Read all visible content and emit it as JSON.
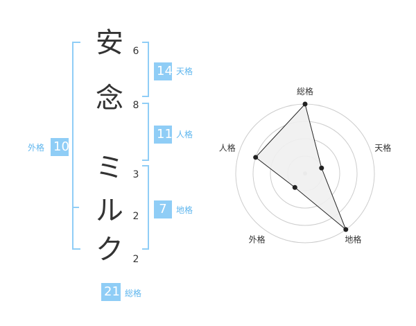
{
  "name": {
    "chars": [
      {
        "char": "安",
        "strokes": "6"
      },
      {
        "char": "念",
        "strokes": "8"
      },
      {
        "char": "ミ",
        "strokes": "3"
      },
      {
        "char": "ル",
        "strokes": "2"
      },
      {
        "char": "ク",
        "strokes": "2"
      }
    ]
  },
  "scores": {
    "tenkaku": {
      "value": "14",
      "label": "天格"
    },
    "jinkaku": {
      "value": "11",
      "label": "人格"
    },
    "chikaku": {
      "value": "7",
      "label": "地格"
    },
    "gaikaku": {
      "value": "10",
      "label": "外格"
    },
    "soukaku": {
      "value": "21",
      "label": "総格"
    }
  },
  "chart_data": {
    "type": "radar",
    "axes": [
      "総格",
      "天格",
      "地格",
      "外格",
      "人格"
    ],
    "values": [
      4,
      1,
      4,
      1,
      3
    ],
    "range": [
      0,
      4
    ],
    "rings": 4,
    "colors": {
      "fill": "#f0f0f0",
      "line": "#222222",
      "ring": "#cccccc",
      "center": "#bbbbbb"
    }
  },
  "colors": {
    "accent": "#8fcdf6",
    "label": "#5fb6ee",
    "text": "#333333"
  }
}
